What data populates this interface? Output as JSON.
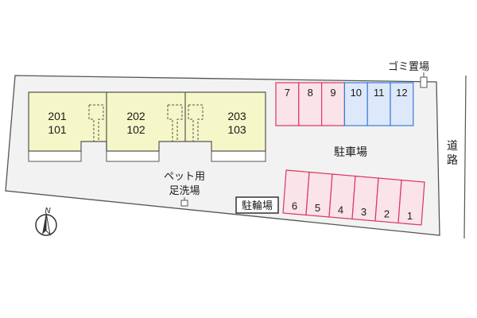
{
  "units": [
    {
      "upper": "201",
      "lower": "101"
    },
    {
      "upper": "202",
      "lower": "102"
    },
    {
      "upper": "203",
      "lower": "103"
    }
  ],
  "parking_upper": [
    {
      "no": "7",
      "type": "pink"
    },
    {
      "no": "8",
      "type": "pink"
    },
    {
      "no": "9",
      "type": "pink"
    },
    {
      "no": "10",
      "type": "blue"
    },
    {
      "no": "11",
      "type": "blue"
    },
    {
      "no": "12",
      "type": "blue"
    }
  ],
  "parking_lower": [
    "6",
    "5",
    "4",
    "3",
    "2",
    "1"
  ],
  "labels": {
    "garbage": "ゴミ置場",
    "parking": "駐車場",
    "road": [
      "道",
      "路"
    ],
    "pet_line1": "ペット用",
    "pet_line2": "足洗場",
    "bicycle": "駐輪場",
    "north": "N"
  },
  "colors": {
    "building": "#f6f7c8",
    "lot": "#f2f2f2",
    "pink_fill": "#fbe3ea",
    "pink_stroke": "#d9365f",
    "blue_fill": "#dde9fb",
    "blue_stroke": "#3b7ad6",
    "outline": "#555555"
  }
}
